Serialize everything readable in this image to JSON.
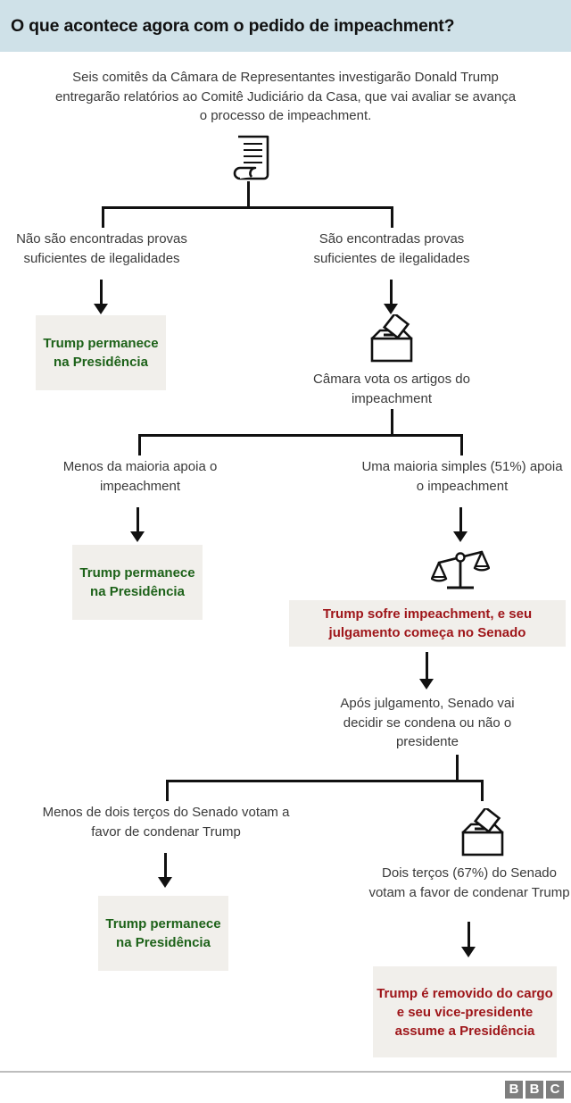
{
  "header": {
    "title": "O que acontece agora com o pedido de impeachment?",
    "background_color": "#cfe1e8"
  },
  "intro": {
    "text": "Seis comitês da Câmara de Representantes investigarão Donald Trump entregarão relatórios ao Comitê Judiciário da Casa, que vai avaliar se avança o processo de impeachment."
  },
  "branches": {
    "no_evidence": "Não são encontradas provas suficientes de ilegalidades",
    "evidence_found": "São encontradas provas suficientes de ilegalidades",
    "house_vote": "Câmara vota os artigos do impeachment",
    "less_than_majority": "Menos da maioria apoia o impeachment",
    "simple_majority": "Uma maioria simples (51%) apoia o impeachment",
    "senate_trial": "Após julgamento, Senado vai decidir se condena ou não o presidente",
    "less_than_two_thirds": "Menos de dois terços do Senado votam a favor de condenar Trump",
    "two_thirds": "Dois terços (67%) do Senado votam a favor de condenar Trump"
  },
  "outcomes": {
    "stays_1": "Trump permanece na Presidência",
    "stays_2": "Trump permanece na Presidência",
    "stays_3": "Trump permanece na Presidência",
    "impeached": "Trump sofre impeachment, e seu julgamento começa no Senado",
    "removed": "Trump é removido do cargo e seu vice-presidente assume a Presidência"
  },
  "icons": {
    "document": "document-scroll-icon",
    "ballot_house": "ballot-box-icon",
    "scales": "scales-of-justice-icon",
    "ballot_senate": "ballot-box-icon"
  },
  "colors": {
    "header_background": "#cfe1e8",
    "outcome_box_background": "#f1efeb",
    "positive_text": "#1d6219",
    "negative_text": "#9e1519",
    "line": "#111111",
    "body_text": "#3a3a3a"
  },
  "footer": {
    "logo": [
      "B",
      "B",
      "C"
    ]
  }
}
